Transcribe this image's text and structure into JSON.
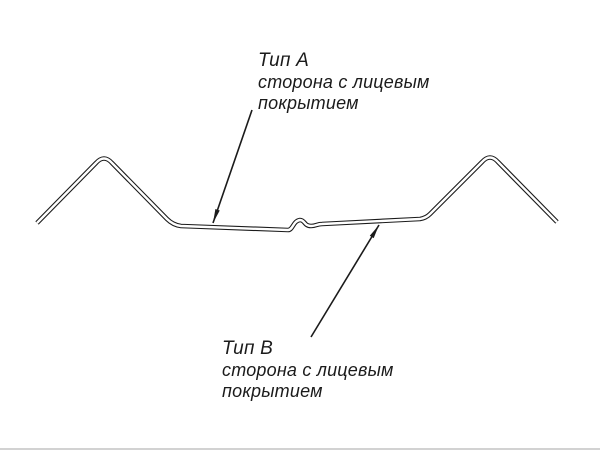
{
  "colors": {
    "background": "#ffffff",
    "line": "#1b1b1b"
  },
  "labels": {
    "type_a": {
      "title": "Тип А",
      "desc_line1": "сторона с лицевым",
      "desc_line2": "покрытием"
    },
    "type_b": {
      "title": "Тип В",
      "desc_line1": "сторона с лицевым",
      "desc_line2": "покрытием"
    }
  }
}
